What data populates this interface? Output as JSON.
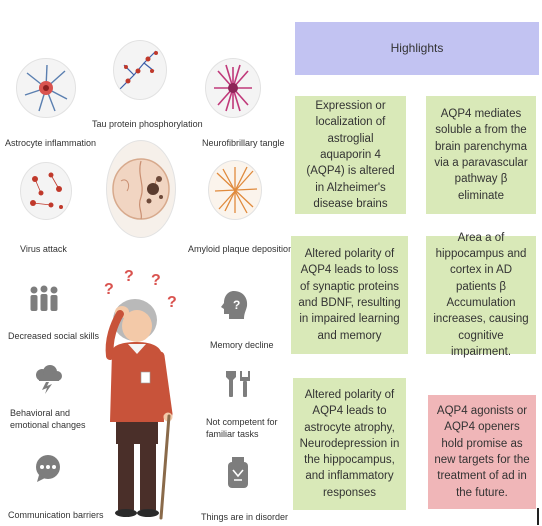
{
  "highlights": {
    "title": "Highlights",
    "boxes": [
      "Expression or localization of astroglial aquaporin 4 (AQP4) is altered in Alzheimer's disease brains",
      "AQP4 mediates soluble a from the brain parenchyma via a paravascular pathway β eliminate",
      "Altered polarity of AQP4 leads to loss of synaptic proteins and BDNF, resulting in impaired learning and memory",
      "Area a of hippocampus and cortex in AD patients β Accumulation increases, causing cognitive impairment.",
      "Altered polarity of AQP4 leads to astrocyte atrophy, Neurodepression in the hippocampus, and inflammatory responses",
      "AQP4 agonists or AQP4 openers hold promise as new targets for the treatment of ad in the future."
    ]
  },
  "pathology_labels": {
    "astrocyte": "Astrocyte inflammation",
    "tau": "Tau protein phosphorylation",
    "tangle": "Neurofibrillary tangle",
    "virus": "Virus attack",
    "amyloid": "Amyloid plaque deposition"
  },
  "symptom_labels": {
    "social": "Decreased social skills",
    "memory": "Memory decline",
    "behavior": "Behavioral and emotional changes",
    "tasks": "Not competent for familiar tasks",
    "communication": "Communication barriers",
    "disorder": "Things are in disorder"
  },
  "question_mark": "?",
  "colors": {
    "highlight_header": "#c2c3f2",
    "green_box": "#d9e9b8",
    "pink_box": "#f0b6b8",
    "icon_gray": "#7d7d7d"
  }
}
